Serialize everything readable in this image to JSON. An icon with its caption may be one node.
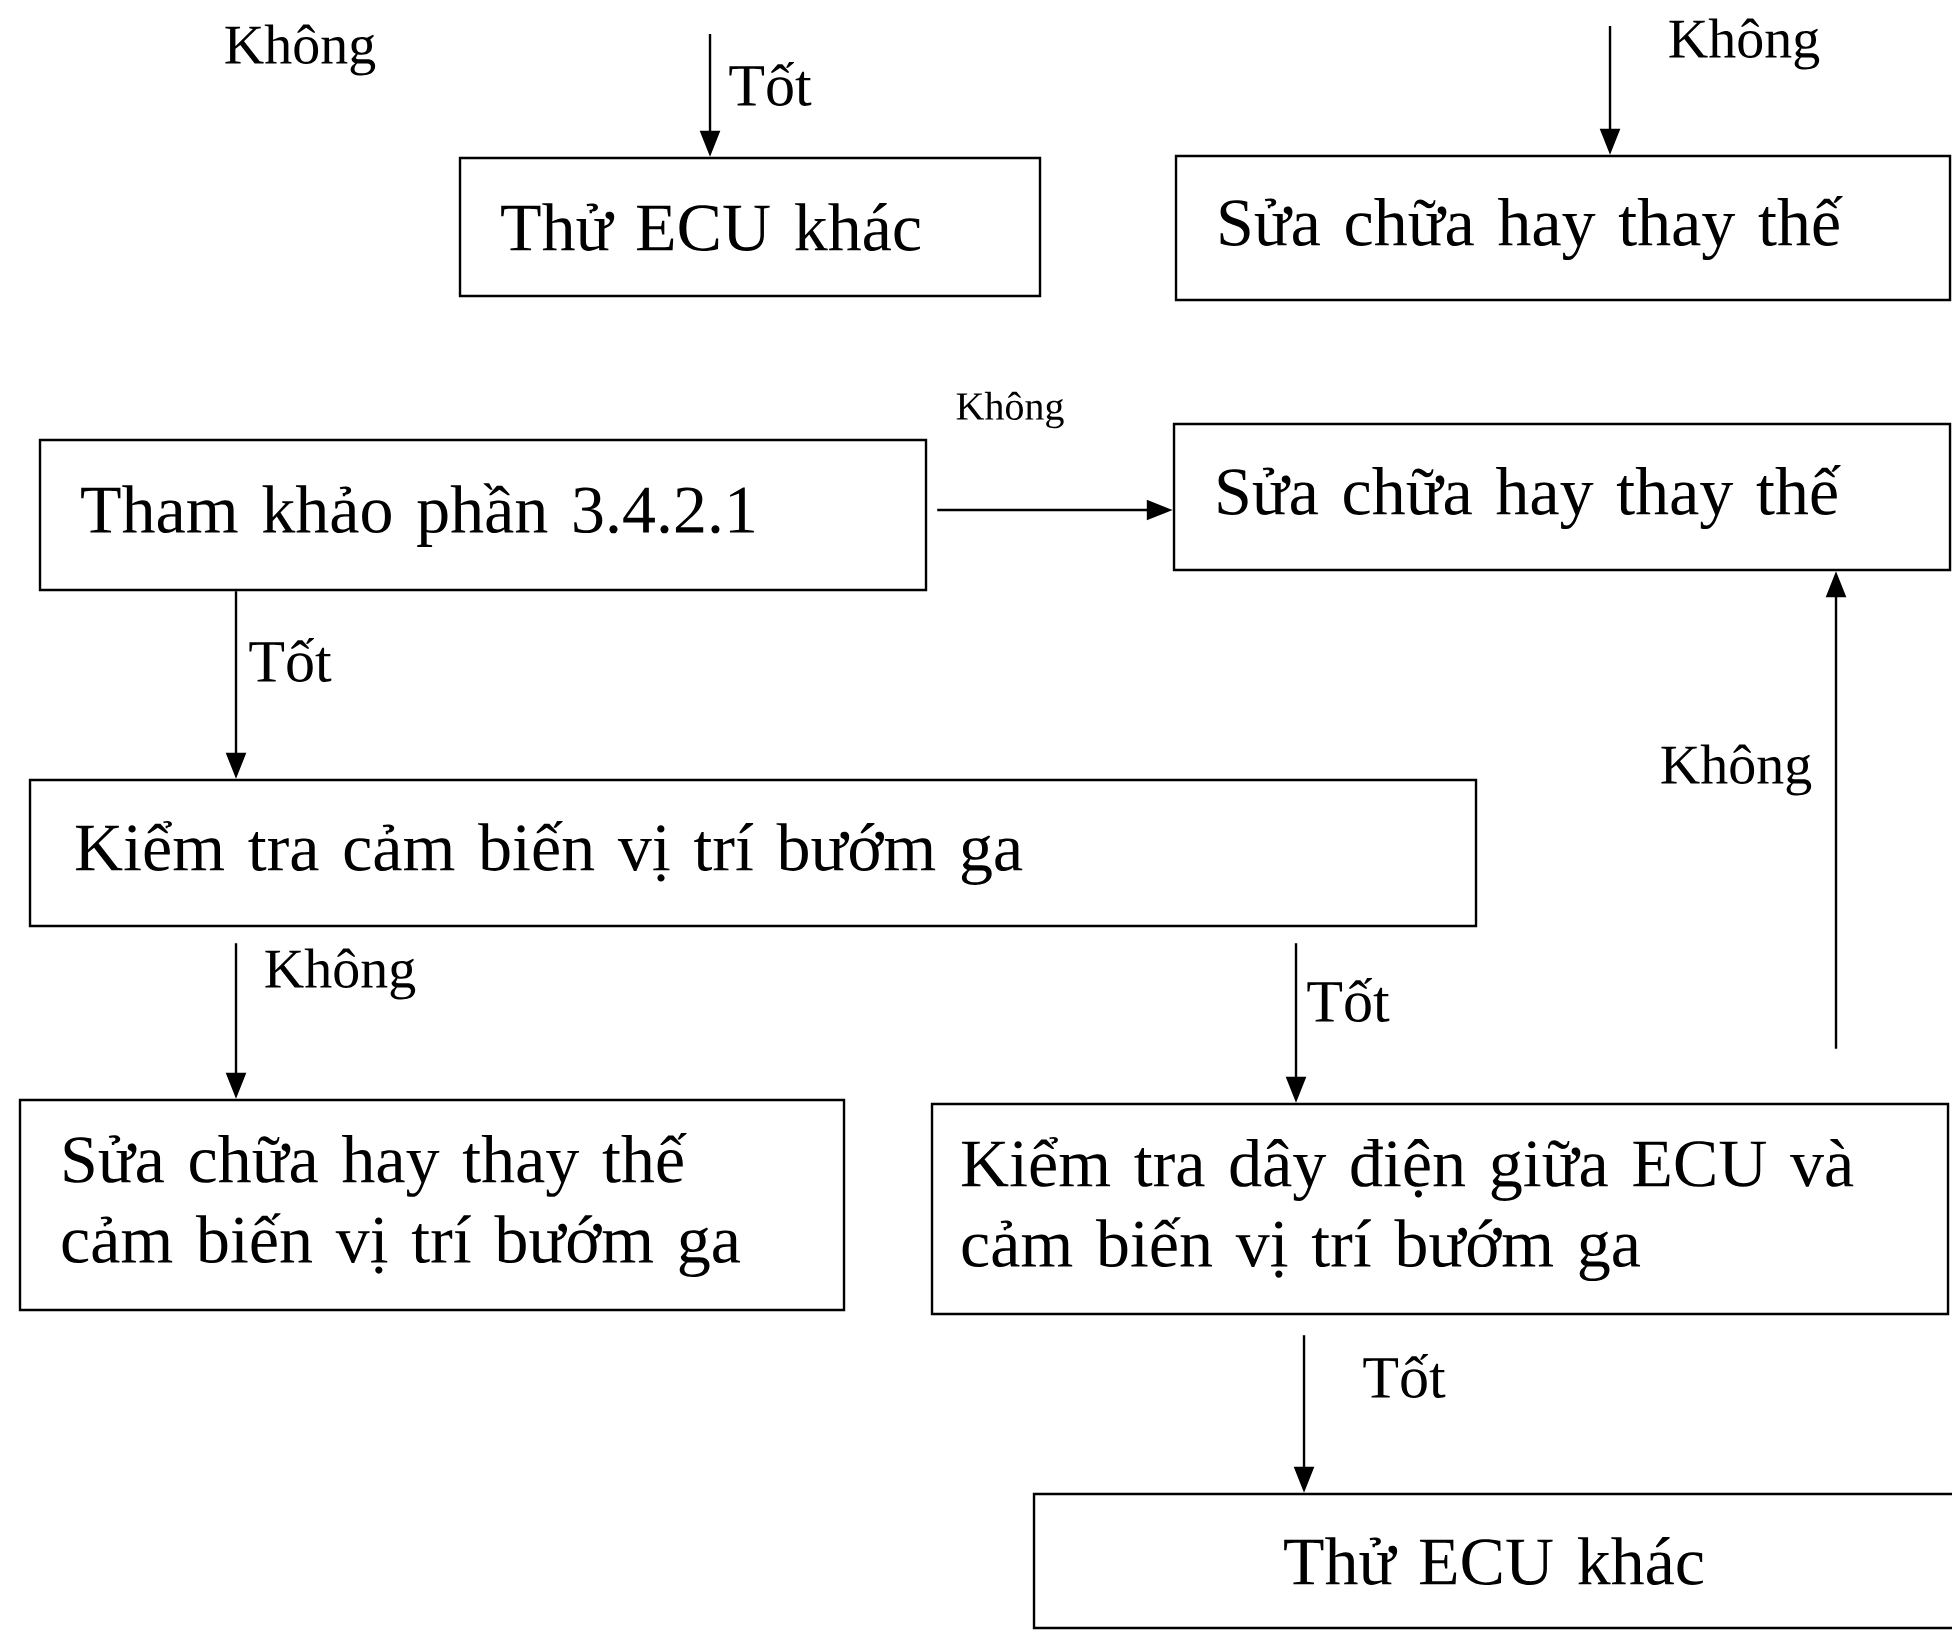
{
  "diagram": {
    "nodes": [
      {
        "text": [
          "Thử ECU khác"
        ]
      },
      {
        "text": [
          "Sửa chữa hay thay thế"
        ]
      },
      {
        "text": [
          "Tham khảo phần 3.4.2.1"
        ]
      },
      {
        "text": [
          "Sửa chữa hay thay thế"
        ]
      },
      {
        "text": [
          "Kiểm tra cảm biến vị trí bướm ga"
        ]
      },
      {
        "text": [
          "Sửa chữa hay thay thế cảm biến vị trí bướm ga"
        ]
      },
      {
        "text": [
          "Kiểm tra dây điện giữa ECU và cảm biến vị trí bướm ga"
        ]
      },
      {
        "text": [
          "Thử ECU khác"
        ]
      }
    ],
    "edges": [
      {
        "from": null,
        "to": 0,
        "arrow": "to",
        "label": "Tốt"
      },
      {
        "from": null,
        "to": 1,
        "arrow": "to",
        "label": "Không"
      },
      {
        "from": 2,
        "to": 3,
        "arrow": "to",
        "label": "Không"
      },
      {
        "from": 2,
        "to": 4,
        "arrow": "to",
        "label": "Tốt"
      },
      {
        "from": 6,
        "to": 3,
        "arrow": "to",
        "label": "Không"
      },
      {
        "from": 4,
        "to": 5,
        "arrow": "to",
        "label": "Không"
      },
      {
        "from": 4,
        "to": 6,
        "arrow": "to",
        "label": "Tốt"
      },
      {
        "from": 6,
        "to": 7,
        "arrow": "to",
        "label": "Tốt"
      }
    ],
    "labels": [
      "Không"
    ]
  }
}
